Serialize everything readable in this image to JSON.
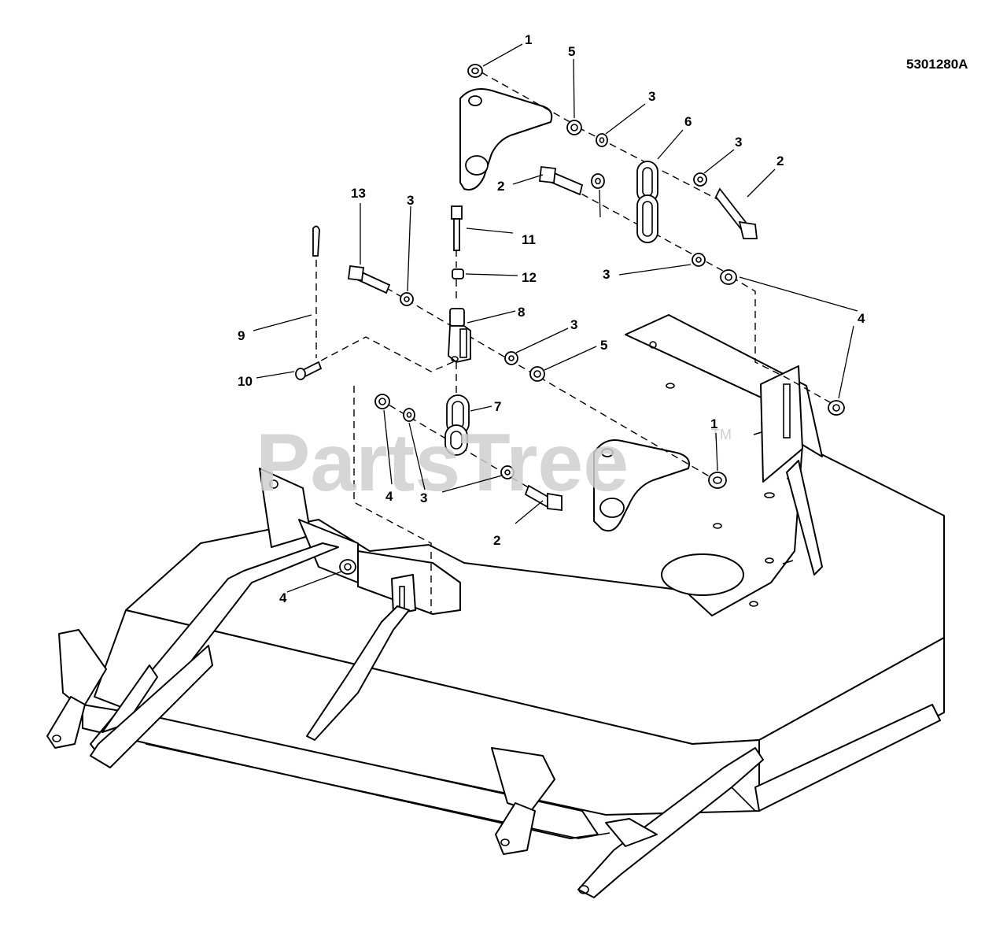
{
  "drawing_code": "5301280A",
  "watermark": "PartsTree",
  "watermark_tm": "TM",
  "callouts": {
    "c1a": "1",
    "c5a": "5",
    "c3a": "3",
    "c6": "6",
    "c3b": "3",
    "c2a": "2",
    "c13": "13",
    "c3c": "3",
    "c2b": "2",
    "c11": "11",
    "c12": "12",
    "c3d": "3",
    "c4a": "4",
    "c9": "9",
    "c8": "8",
    "c3e": "3",
    "c5b": "5",
    "c10": "10",
    "c7": "7",
    "c1b": "1",
    "c4b": "4",
    "c3f": "3",
    "c2c": "2",
    "c4c": "4"
  }
}
